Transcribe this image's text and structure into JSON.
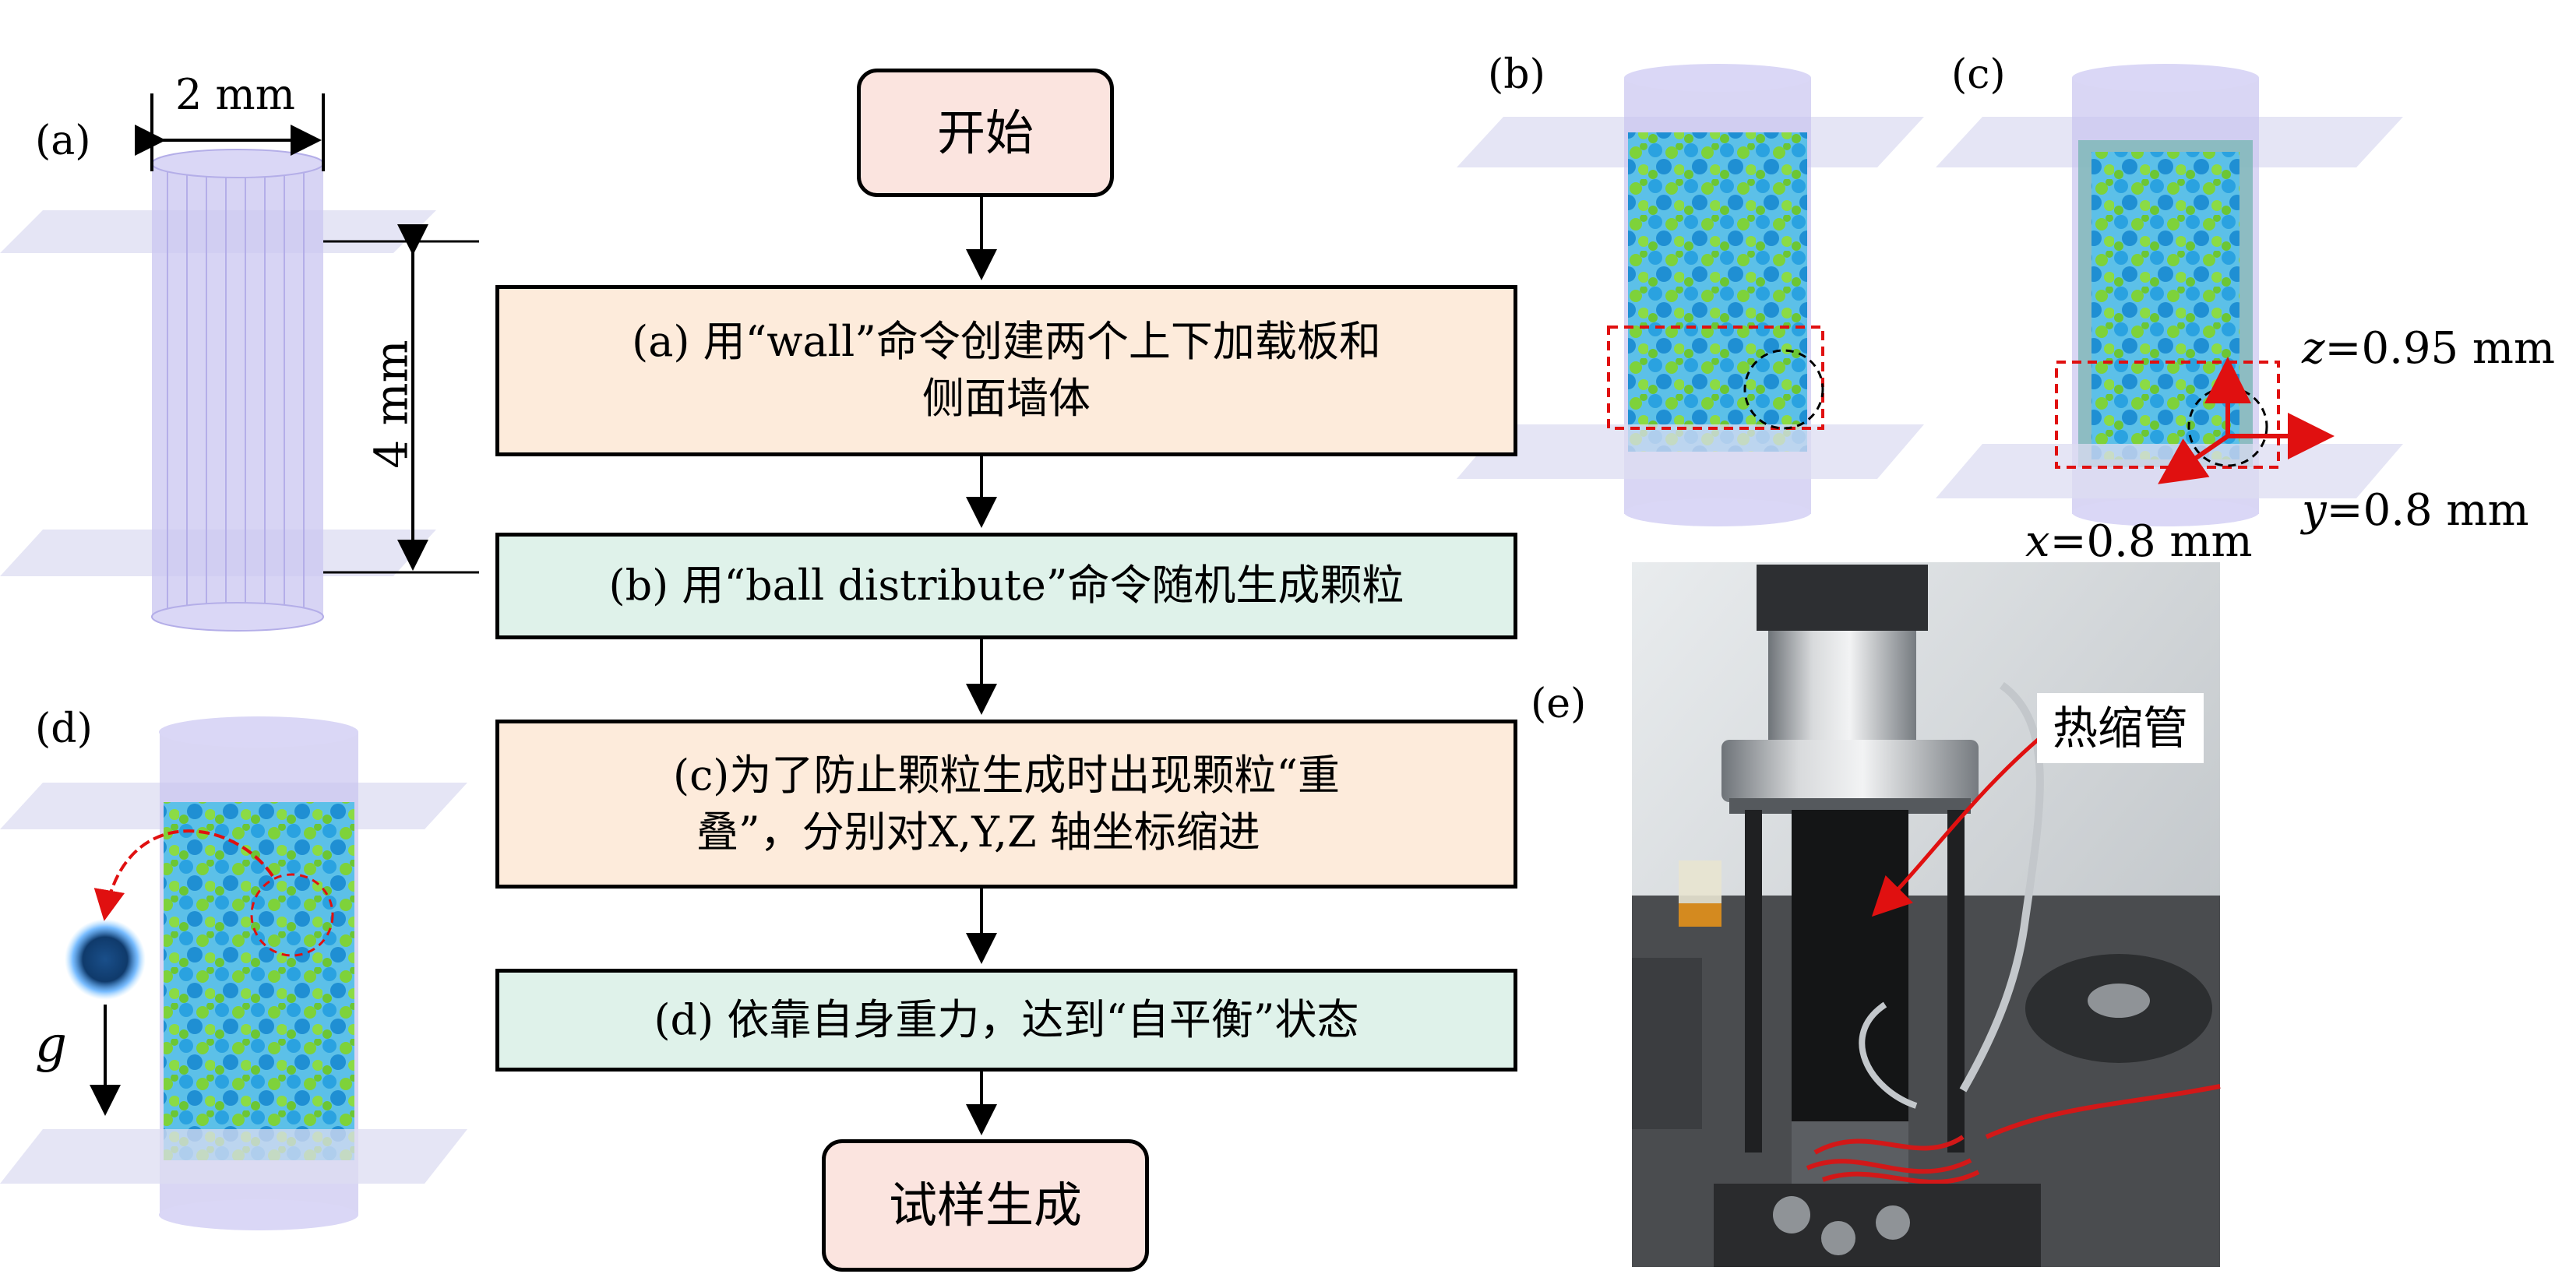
{
  "panel_labels": {
    "a": "(a)",
    "b": "(b)",
    "c": "(c)",
    "d": "(d)",
    "e": "(e)"
  },
  "dims": {
    "width": "2 mm",
    "height": "4 mm"
  },
  "flow": {
    "start": "开始",
    "step_a": {
      "line1": "(a)  用“wall”命令创建两个上下加载板和",
      "line2": "侧面墙体"
    },
    "step_b": "(b)  用“ball distribute”命令随机生成颗粒",
    "step_c": {
      "line1": "(c)为了防止颗粒生成时出现颗粒“重",
      "line2": "叠”，分别对X,Y,Z 轴坐标缩进"
    },
    "step_d": "(d)  依靠自身重力，达到“自平衡”状态",
    "end": "试样生成"
  },
  "axes": {
    "z": {
      "sym": "z",
      "val": "=0.95 mm"
    },
    "y": {
      "sym": "y",
      "val": "=0.8 mm"
    },
    "x": {
      "sym": "x",
      "val": "=0.8 mm"
    }
  },
  "gravity": "g",
  "photo_callout": "热缩管",
  "colors": {
    "cylinder": "#c9c5f0",
    "particle_blue": "#2aa2e0",
    "particle_green": "#7ed23a",
    "arrow": "#e01010"
  }
}
